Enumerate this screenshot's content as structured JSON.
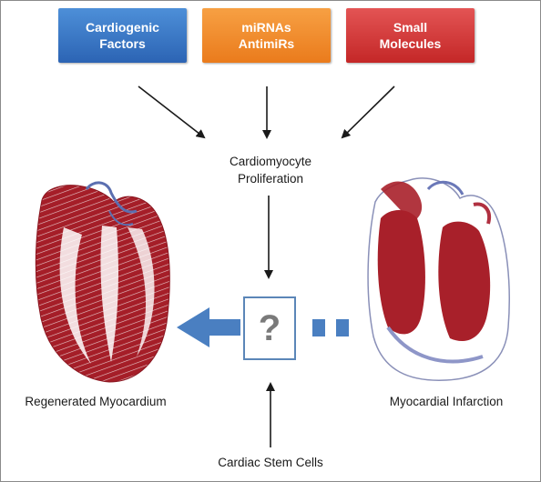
{
  "boxes": {
    "cardiogenic": "Cardiogenic\nFactors",
    "mirnas": "miRNAs\nAntimiRs",
    "small_molecules": "Small\nMolecules"
  },
  "labels": {
    "proliferation": "Cardiomyocyte\nProliferation",
    "regenerated": "Regenerated Myocardium",
    "infarction": "Myocardial Infarction",
    "stem_cells": "Cardiac Stem Cells"
  },
  "question_mark": "?",
  "colors": {
    "cardiogenic": "#3a78c8",
    "mirnas": "#f08c2e",
    "small_molecules": "#d43c3c",
    "big_arrow": "#4a7fc1",
    "myocardium": "#a8202a"
  }
}
